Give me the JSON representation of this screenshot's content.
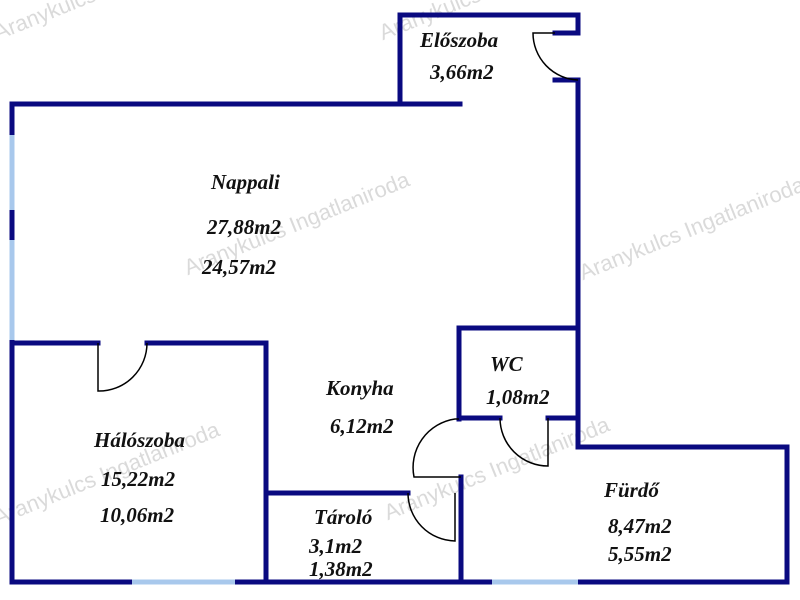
{
  "watermark": "Aranykulcs Ingatlaniroda",
  "colors": {
    "wall": "#0a0a80",
    "window": "#a8c8ec",
    "door": "#000000"
  },
  "rooms": {
    "eloszoba": {
      "name": "Előszoba",
      "area": "3,66m2"
    },
    "nappali": {
      "name": "Nappali",
      "area": "27,88m2",
      "area2": "24,57m2"
    },
    "konyha": {
      "name": "Konyha",
      "area": "6,12m2"
    },
    "wc": {
      "name": "WC",
      "area": "1,08m2"
    },
    "haloszoba": {
      "name": "Hálószoba",
      "area": "15,22m2",
      "area2": "10,06m2"
    },
    "tarolo": {
      "name": "Tároló",
      "area": "3,1m2",
      "area2": "1,38m2"
    },
    "furdo": {
      "name": "Fürdő",
      "area": "8,47m2",
      "area2": "5,55m2"
    }
  }
}
